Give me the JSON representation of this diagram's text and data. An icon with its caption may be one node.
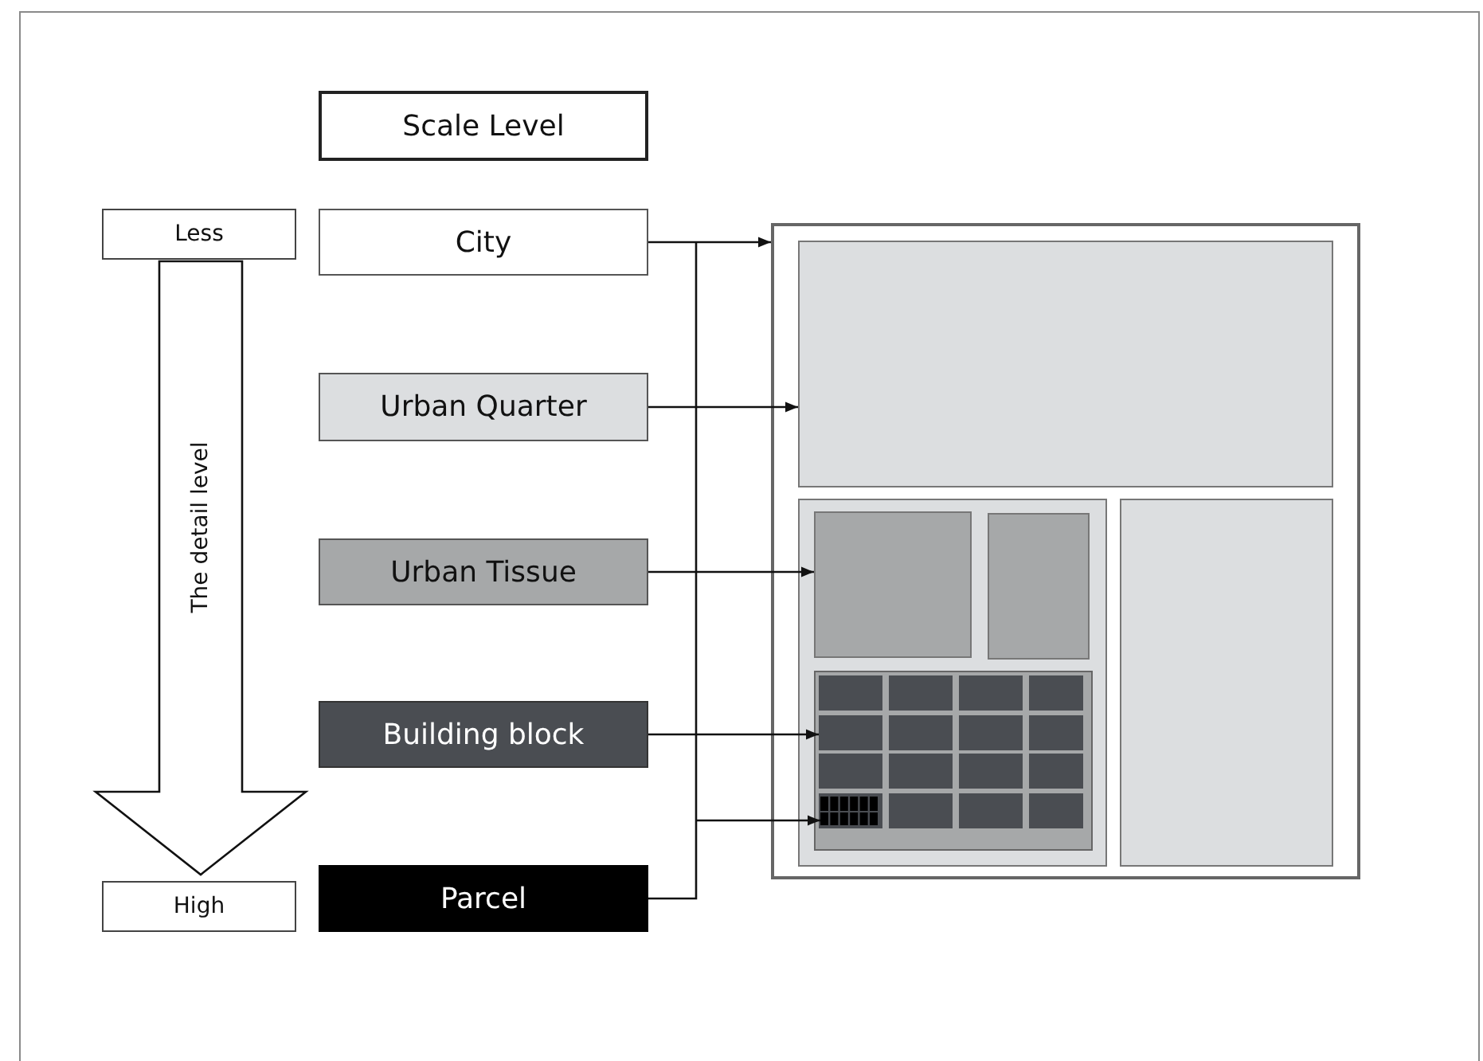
{
  "diagram": {
    "nodes": [
      {
        "text": [
          "Scale Level"
        ]
      },
      {
        "text": [
          "Less"
        ]
      },
      {
        "text": [
          "High"
        ]
      },
      {
        "text": [
          "City"
        ]
      },
      {
        "text": [
          "Urban Quarter"
        ]
      },
      {
        "text": [
          "Urban Tissue"
        ]
      },
      {
        "text": [
          "Building block"
        ]
      },
      {
        "text": [
          "Parcel"
        ]
      },
      {
        "text": [],
        "shape": "box"
      },
      {
        "text": [],
        "shape": "box",
        "in": 8
      },
      {
        "text": [],
        "shape": "box",
        "in": 8
      },
      {
        "text": [],
        "shape": "box",
        "in": 8
      },
      {
        "text": [],
        "shape": "box",
        "in": 10
      },
      {
        "text": [],
        "shape": "box",
        "in": 10
      },
      {
        "text": [],
        "shape": "box",
        "in": 10
      },
      {
        "text": [],
        "shape": "box",
        "in": 14
      },
      {
        "text": [],
        "shape": "box",
        "in": 14
      },
      {
        "text": [],
        "shape": "box",
        "in": 16
      }
    ],
    "edges": [
      {
        "from": 1,
        "to": 2,
        "arrow": "to",
        "label": "The detail level",
        "style": "thick"
      },
      {
        "from": 3,
        "to": 8,
        "arrow": "to"
      },
      {
        "from": 4,
        "to": 9,
        "arrow": "to"
      },
      {
        "from": 5,
        "to": 12,
        "arrow": "to"
      },
      {
        "from": 6,
        "to": 15,
        "arrow": "to"
      },
      {
        "from": 7,
        "to": 17,
        "arrow": "to"
      }
    ]
  }
}
